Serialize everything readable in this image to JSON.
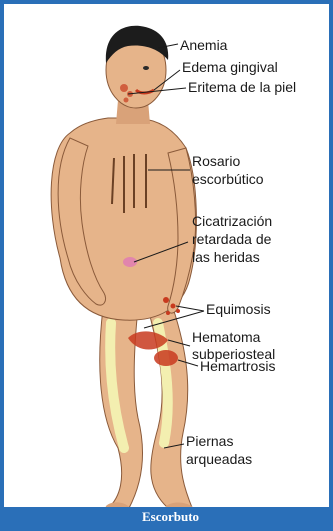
{
  "caption": "Escorbuto",
  "labels": {
    "anemia": "Anemia",
    "edema_gingival": "Edema gingival",
    "eritema": "Eritema de la piel",
    "rosario_1": "Rosario",
    "rosario_2": "escorbútico",
    "cicatrizacion_1": "Cicatrización",
    "cicatrizacion_2": "retardada de",
    "cicatrizacion_3": "las heridas",
    "equimosis": "Equimosis",
    "hematoma_1": "Hematoma",
    "hematoma_2": "subperiosteal",
    "hemartrosis": "Hemartrosis",
    "piernas_1": "Piernas",
    "piernas_2": "arqueadas"
  },
  "colors": {
    "frame": "#2a6fb8",
    "skin": "#e6b48a",
    "bone": "#f3efb0",
    "lesion": "#c83a1e",
    "hair": "#1c1c1c"
  }
}
